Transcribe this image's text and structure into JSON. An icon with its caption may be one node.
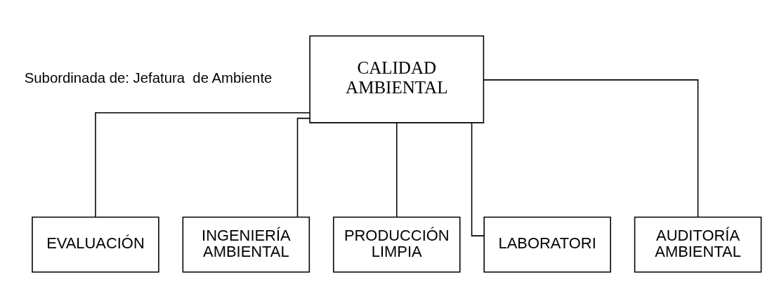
{
  "diagram": {
    "nodes": [
      {
        "text": [
          "CALIDAD AMBIENTAL"
        ]
      },
      {
        "text": [
          "EVALUACIÓN"
        ]
      },
      {
        "text": [
          "INGENIERÍA AMBIENTAL"
        ]
      },
      {
        "text": [
          "PRODUCCIÓN LIMPIA"
        ]
      },
      {
        "text": [
          "LABORATORI"
        ]
      },
      {
        "text": [
          "AUDITORÍA AMBIENTAL"
        ]
      }
    ],
    "edges": [
      {
        "from": 0,
        "to": 1,
        "arrow": "none"
      },
      {
        "from": 0,
        "to": 2,
        "arrow": "none"
      },
      {
        "from": 0,
        "to": 3,
        "arrow": "none"
      },
      {
        "from": 0,
        "to": 4,
        "arrow": "none"
      },
      {
        "from": 0,
        "to": 5,
        "arrow": "none"
      }
    ],
    "labels": [
      "Subordinada de: Jefatura  de Ambiente"
    ]
  }
}
